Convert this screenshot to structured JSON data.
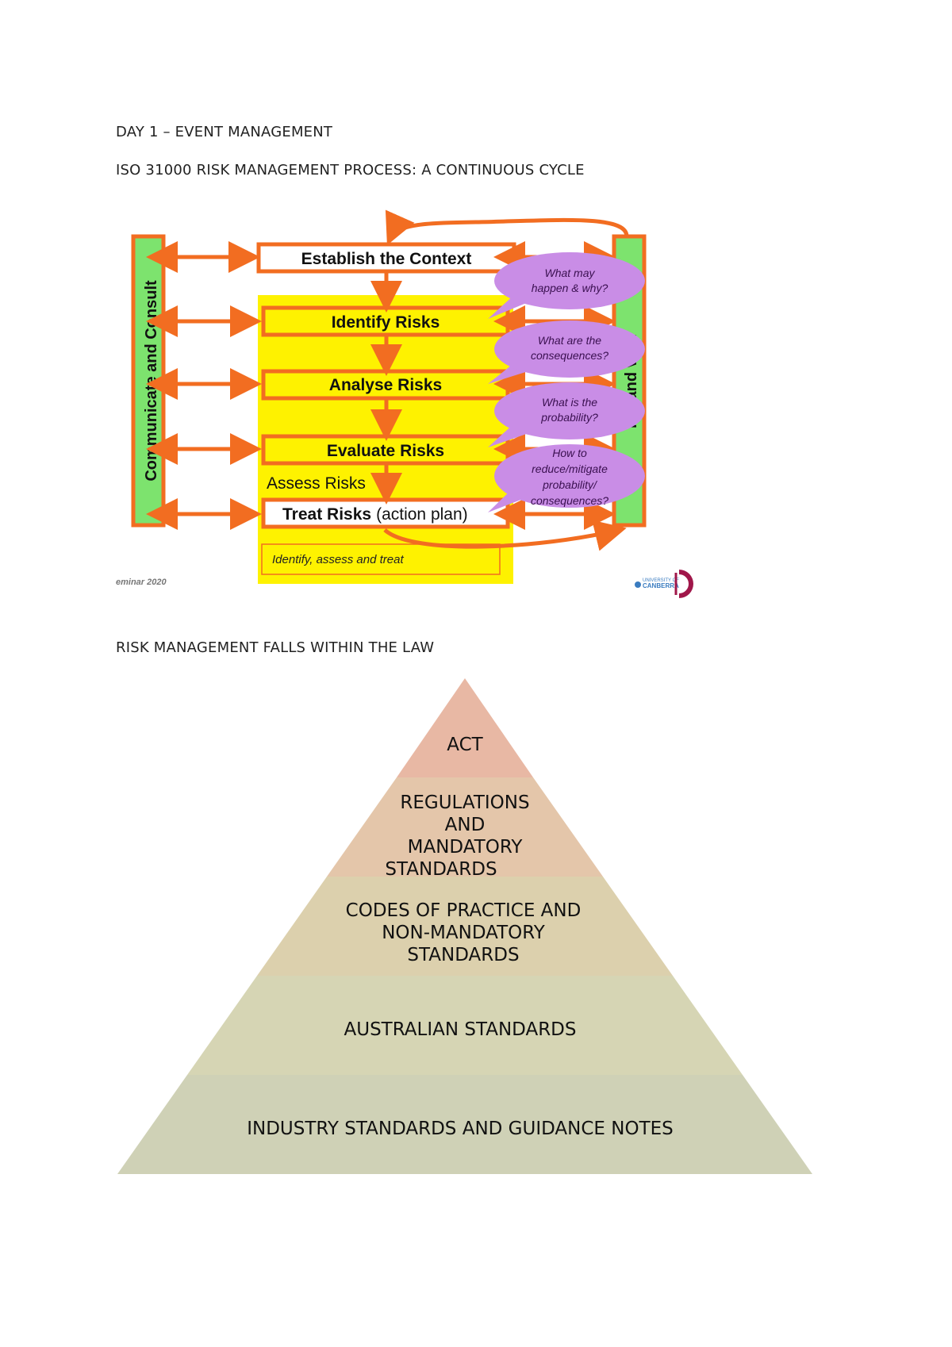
{
  "document": {
    "heading_day": "DAY 1 – EVENT MANAGEMENT",
    "heading_iso": "ISO 31000 RISK MANAGEMENT PROCESS: A CONTINUOUS CYCLE",
    "heading_law": "RISK MANAGEMENT FALLS WITHIN THE LAW"
  },
  "iso_diagram": {
    "communicate_label": "Communicate and Consult",
    "monitor_label_fragment": "ion and view",
    "establish_label": "Establish the Context",
    "identify_label": "Identify Risks",
    "analyse_label": "Analyse Risks",
    "evaluate_label": "Evaluate Risks",
    "assess_label": "Assess Risks",
    "treat_label_bold": "Treat Risks",
    "treat_label_plain": "(action plan)",
    "footer_note": "Identify, assess and treat",
    "seminar_fragment": "eminar 2020",
    "logo_text_top": "UNIVERSITY OF",
    "logo_text_bottom": "CANBERRA",
    "bubbles": [
      {
        "line1": "What may",
        "line2": "happen & why?"
      },
      {
        "line1": "What are the",
        "line2": "consequences?"
      },
      {
        "line1": "What is the",
        "line2": "probability?"
      },
      {
        "line1": "How to",
        "line2": "reduce/mitigate",
        "line3": "probability/",
        "line4": "consequences?"
      }
    ],
    "colors": {
      "orange": "#f26d21",
      "green": "#7de36e",
      "yellow": "#fef200",
      "bubble": "#c98de6"
    }
  },
  "pyramid": {
    "levels": [
      {
        "lines": [
          "ACT"
        ],
        "color": "#e8b8a4"
      },
      {
        "lines": [
          "REGULATIONS",
          "AND",
          "MANDATORY",
          "STANDARDS"
        ],
        "color": "#e4c6aa"
      },
      {
        "lines": [
          "CODES OF PRACTICE AND",
          "NON-MANDATORY",
          "STANDARDS"
        ],
        "color": "#dcd0ad"
      },
      {
        "lines": [
          "AUSTRALIAN STANDARDS"
        ],
        "color": "#d6d5b4"
      },
      {
        "lines": [
          "INDUSTRY STANDARDS AND GUIDANCE NOTES"
        ],
        "color": "#cfd1b6"
      }
    ]
  }
}
